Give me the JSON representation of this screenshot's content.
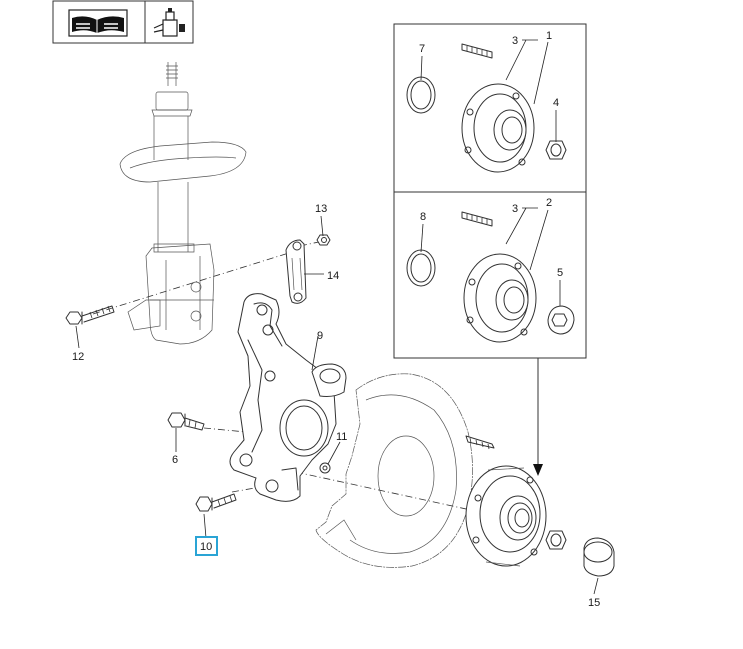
{
  "header_icons": [
    {
      "name": "workshop-manual-icon"
    },
    {
      "name": "parts-lubricant-icon"
    }
  ],
  "callouts": {
    "c1": "1",
    "c2": "2",
    "c3a": "3",
    "c3b": "3",
    "c4": "4",
    "c5": "5",
    "c6": "6",
    "c7": "7",
    "c8": "8",
    "c9": "9",
    "c10": "10",
    "c11": "11",
    "c12": "12",
    "c13": "13",
    "c14": "14",
    "c15": "15"
  },
  "highlighted_callout": "10",
  "colors": {
    "line": "#333333",
    "highlight": "#2aa4d5",
    "background": "#ffffff"
  }
}
